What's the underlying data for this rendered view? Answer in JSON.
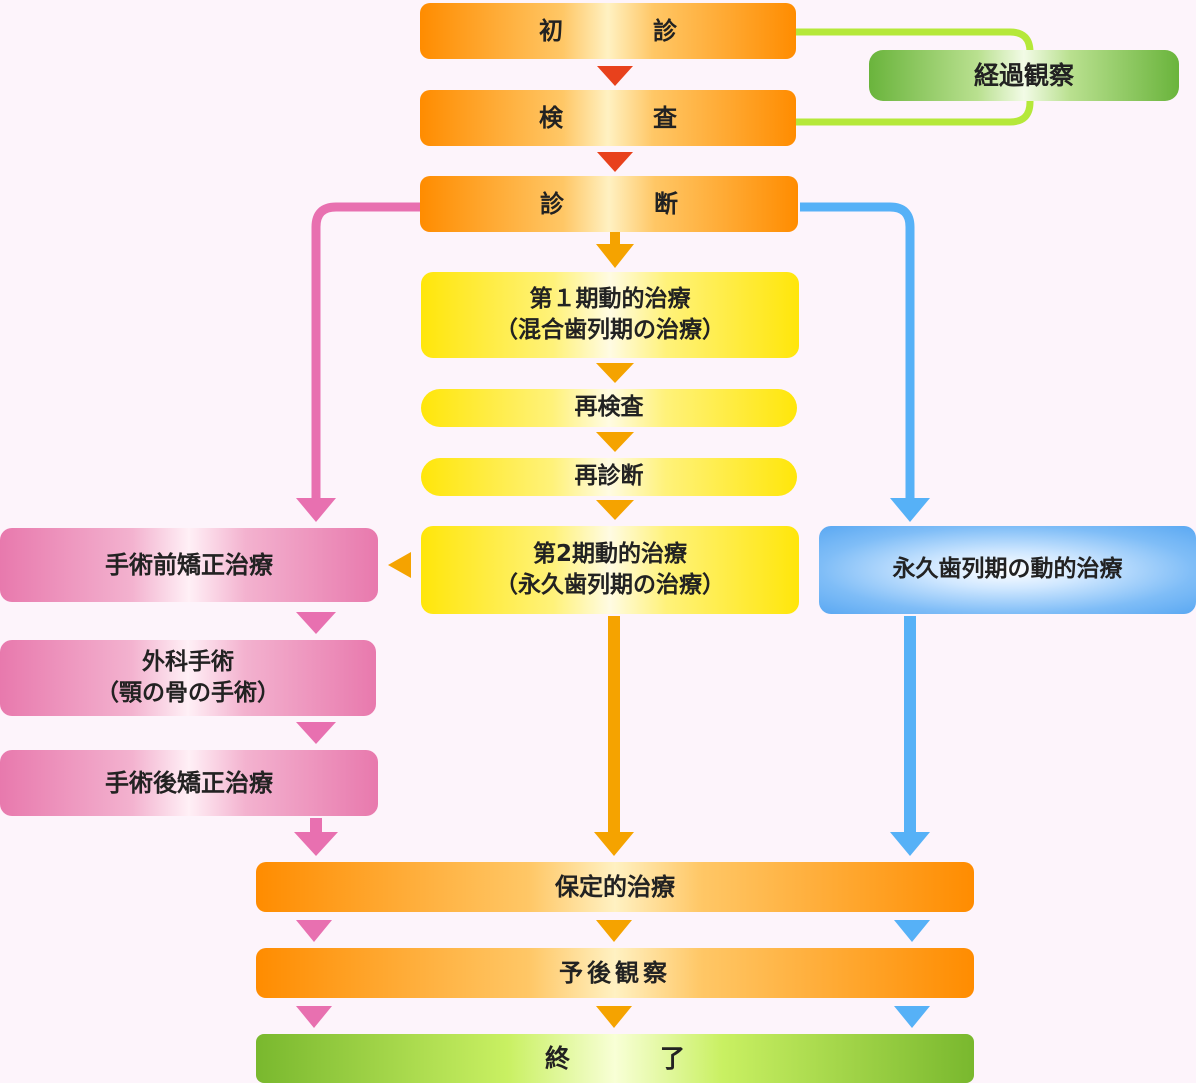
{
  "steps": {
    "initial": [
      "初",
      "診"
    ],
    "exam": [
      "検",
      "査"
    ],
    "diagnosis": [
      "診",
      "断"
    ],
    "observation": "経過観察",
    "phase1": {
      "line1": "第１期動的治療",
      "line2": "（混合歯列期の治療）"
    },
    "reexam": "再検査",
    "rediagnosis": "再診断",
    "phase2": {
      "line1": "第2期動的治療",
      "line2": "（永久歯列期の治療）"
    },
    "pre_surgery": "手術前矯正治療",
    "surgery": {
      "line1": "外科手術",
      "line2": "（顎の骨の手術）"
    },
    "post_surgery": "手術後矯正治療",
    "permanent": "永久歯列期の動的治療",
    "retention": "保定的治療",
    "followup": "予後観察",
    "end": [
      "終",
      "了"
    ]
  },
  "colors": {
    "orange": "#ff8c00",
    "yellow": "#ffe60a",
    "pink": "#e879ad",
    "blue": "#5aa8f2",
    "green": "#6ab43c",
    "arrow_red": "#e8411c",
    "arrow_orange": "#f5a300",
    "lime_line": "#b5e83a",
    "background": "#fdf4fb"
  }
}
